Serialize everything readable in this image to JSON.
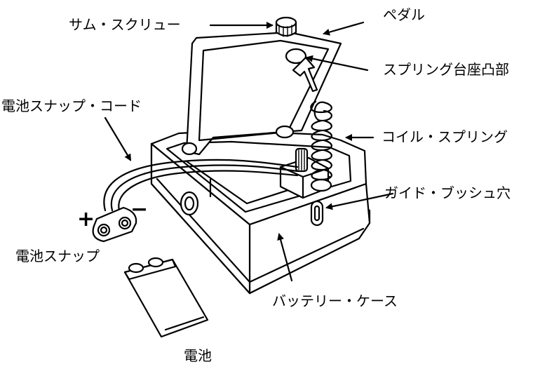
{
  "labels": {
    "thumb_screw": "サム・スクリュー",
    "pedal": "ペダル",
    "spring_seat": "スプリング台座凸部",
    "snap_cord": "電池スナップ・コード",
    "coil_spring": "コイル・スプリング",
    "guide_bushing": "ガイド・ブッシュ穴",
    "battery_snap": "電池スナップ",
    "battery_case": "バッテリー・ケース",
    "battery": "電池"
  },
  "polarity": {
    "plus": "+",
    "minus": "−"
  }
}
